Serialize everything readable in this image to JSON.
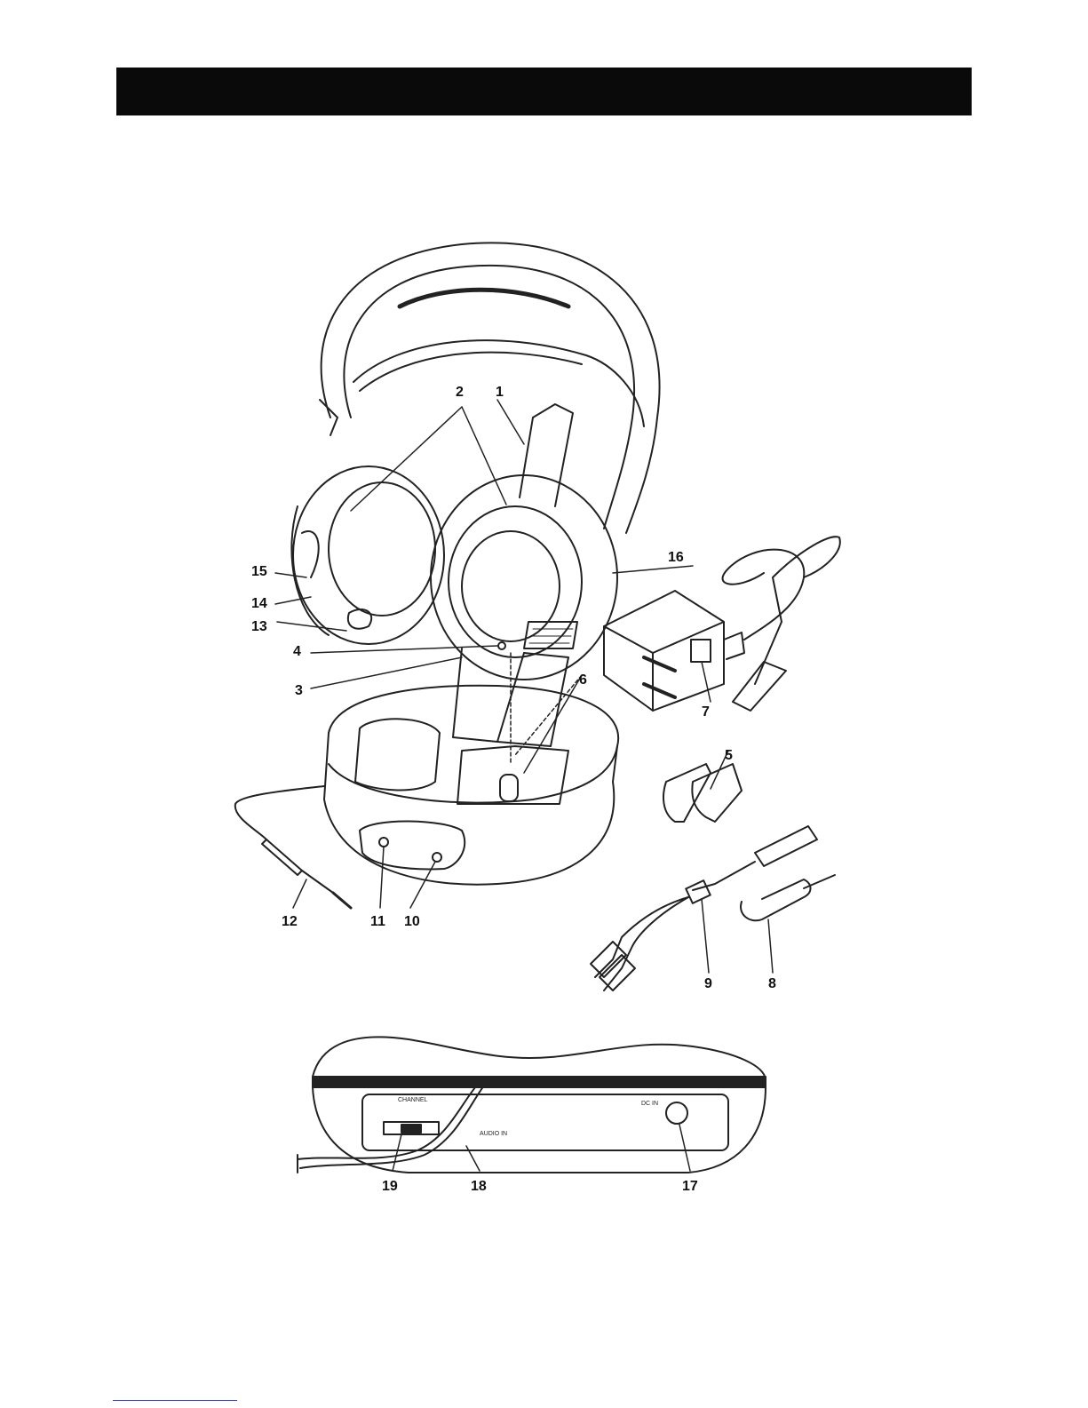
{
  "header": {
    "title_bar_color": "#0a0a0a"
  },
  "figure": {
    "callouts": [
      {
        "id": "c1",
        "label": "1"
      },
      {
        "id": "c2",
        "label": "2"
      },
      {
        "id": "c3",
        "label": "3"
      },
      {
        "id": "c4",
        "label": "4"
      },
      {
        "id": "c5",
        "label": "5"
      },
      {
        "id": "c6",
        "label": "6"
      },
      {
        "id": "c7",
        "label": "7"
      },
      {
        "id": "c8",
        "label": "8"
      },
      {
        "id": "c9",
        "label": "9"
      },
      {
        "id": "c10",
        "label": "10"
      },
      {
        "id": "c11",
        "label": "11"
      },
      {
        "id": "c12",
        "label": "12"
      },
      {
        "id": "c13",
        "label": "13"
      },
      {
        "id": "c14",
        "label": "14"
      },
      {
        "id": "c15",
        "label": "15"
      },
      {
        "id": "c16",
        "label": "16"
      },
      {
        "id": "c17",
        "label": "17"
      },
      {
        "id": "c18",
        "label": "18"
      },
      {
        "id": "c19",
        "label": "19"
      }
    ],
    "rear_panel": {
      "channel_label": "CHANNEL",
      "audio_in_label": "AUDIO IN",
      "dc_in_label": "DC IN"
    }
  }
}
